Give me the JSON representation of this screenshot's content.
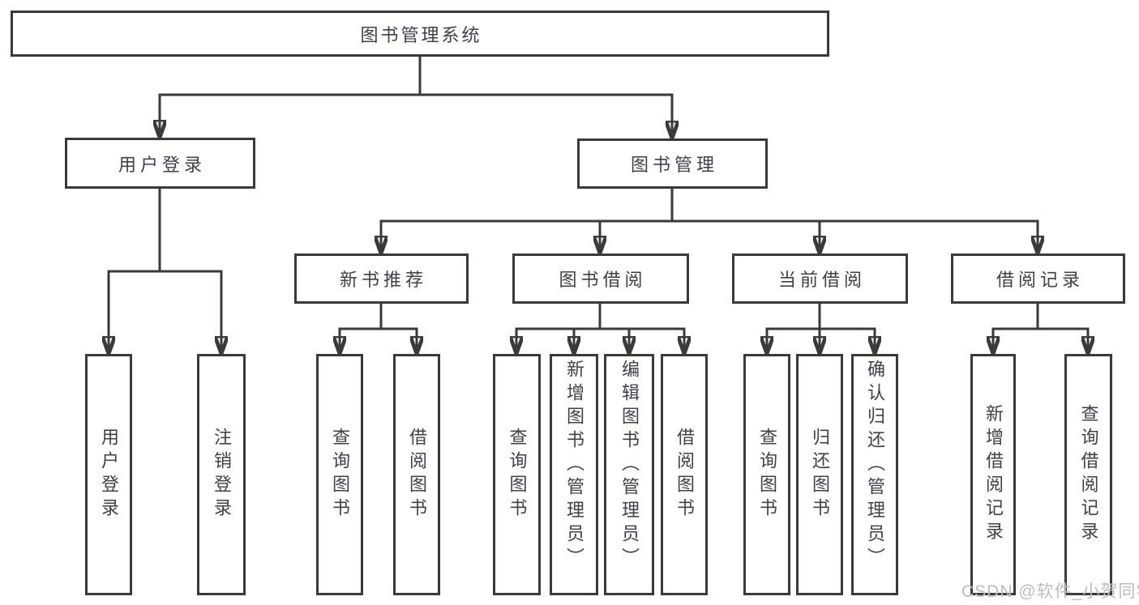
{
  "tree": {
    "root": "图书管理系统",
    "children": [
      {
        "label": "用户登录",
        "children": [
          "用户登录",
          "注销登录"
        ]
      },
      {
        "label": "图书管理",
        "children": [
          {
            "label": "新书推荐",
            "children": [
              "查询图书",
              "借阅图书"
            ]
          },
          {
            "label": "图书借阅",
            "children": [
              "查询图书",
              "新增图书（管理员）",
              "编辑图书（管理员）",
              "借阅图书"
            ]
          },
          {
            "label": "当前借阅",
            "children": [
              "查询图书",
              "归还图书",
              "确认归还（管理员）"
            ]
          },
          {
            "label": "借阅记录",
            "children": [
              "新增借阅记录",
              "查询借阅记录"
            ]
          }
        ]
      }
    ]
  },
  "watermark": {
    "text": "CSDN @软件_小贺同学"
  },
  "colors": {
    "line": "#3a3a3a",
    "text": "#3f4146",
    "box_fill": "#ffffff",
    "watermark": "#bdbdbd"
  }
}
